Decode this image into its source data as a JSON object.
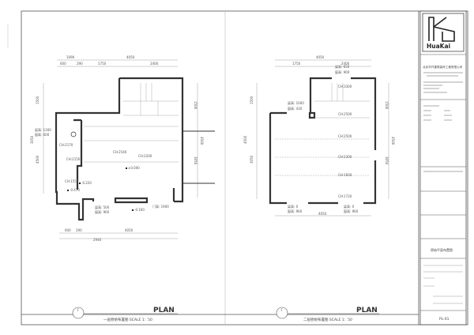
{
  "sheet": {
    "plan1": {
      "heading": "PLAN",
      "subtitle": "一层原始布置图 SCALE 1：50",
      "marker": "F",
      "dims_top": [
        "1090",
        "4050",
        "600",
        "290",
        "1750",
        "2400"
      ],
      "dims_left": [
        "1500",
        "3050",
        "4500"
      ],
      "dims_right": [
        "1500",
        "4500",
        "3050"
      ],
      "dims_bottom": [
        "600",
        "290",
        "4050",
        "2940"
      ],
      "ceilings": [
        "CH:2540",
        "CH:2200",
        "CH:2170",
        "CH:2150",
        "CH:1550"
      ],
      "levels": [
        "±0.000",
        "-0.220",
        "-0.470",
        "-0.160"
      ],
      "windows": [
        "梁高: 1300",
        "窗高: 600",
        "梁高: 500",
        "窗高: 960",
        "门高: 1900"
      ]
    },
    "plan2": {
      "heading": "PLAN",
      "subtitle": "二层原始布置图 SCALE 1：50",
      "marker": "F",
      "dims_top": [
        "4050",
        "1750",
        "2400"
      ],
      "dims_left": [
        "1500",
        "4500",
        "3050"
      ],
      "dims_right": [
        "1500",
        "4500",
        "3050"
      ],
      "dims_bottom": [
        "4050"
      ],
      "ceilings": [
        "CH:3300",
        "CH:2500",
        "CH:2500",
        "CH:2300",
        "CH:1600",
        "CH:1720"
      ],
      "windows": [
        "梁高: 650",
        "窗高: 900",
        "梁高: 1000",
        "窗高: 430",
        "梁高: 0",
        "窗高: 960",
        "梁高: 0",
        "窗高: 960"
      ]
    }
  },
  "title_block": {
    "logo": "HuaKai",
    "company": "北京华开建筑装饰工程有限公司",
    "drawing_name": "原始平面布置图",
    "sheet_no": "PL-01"
  }
}
